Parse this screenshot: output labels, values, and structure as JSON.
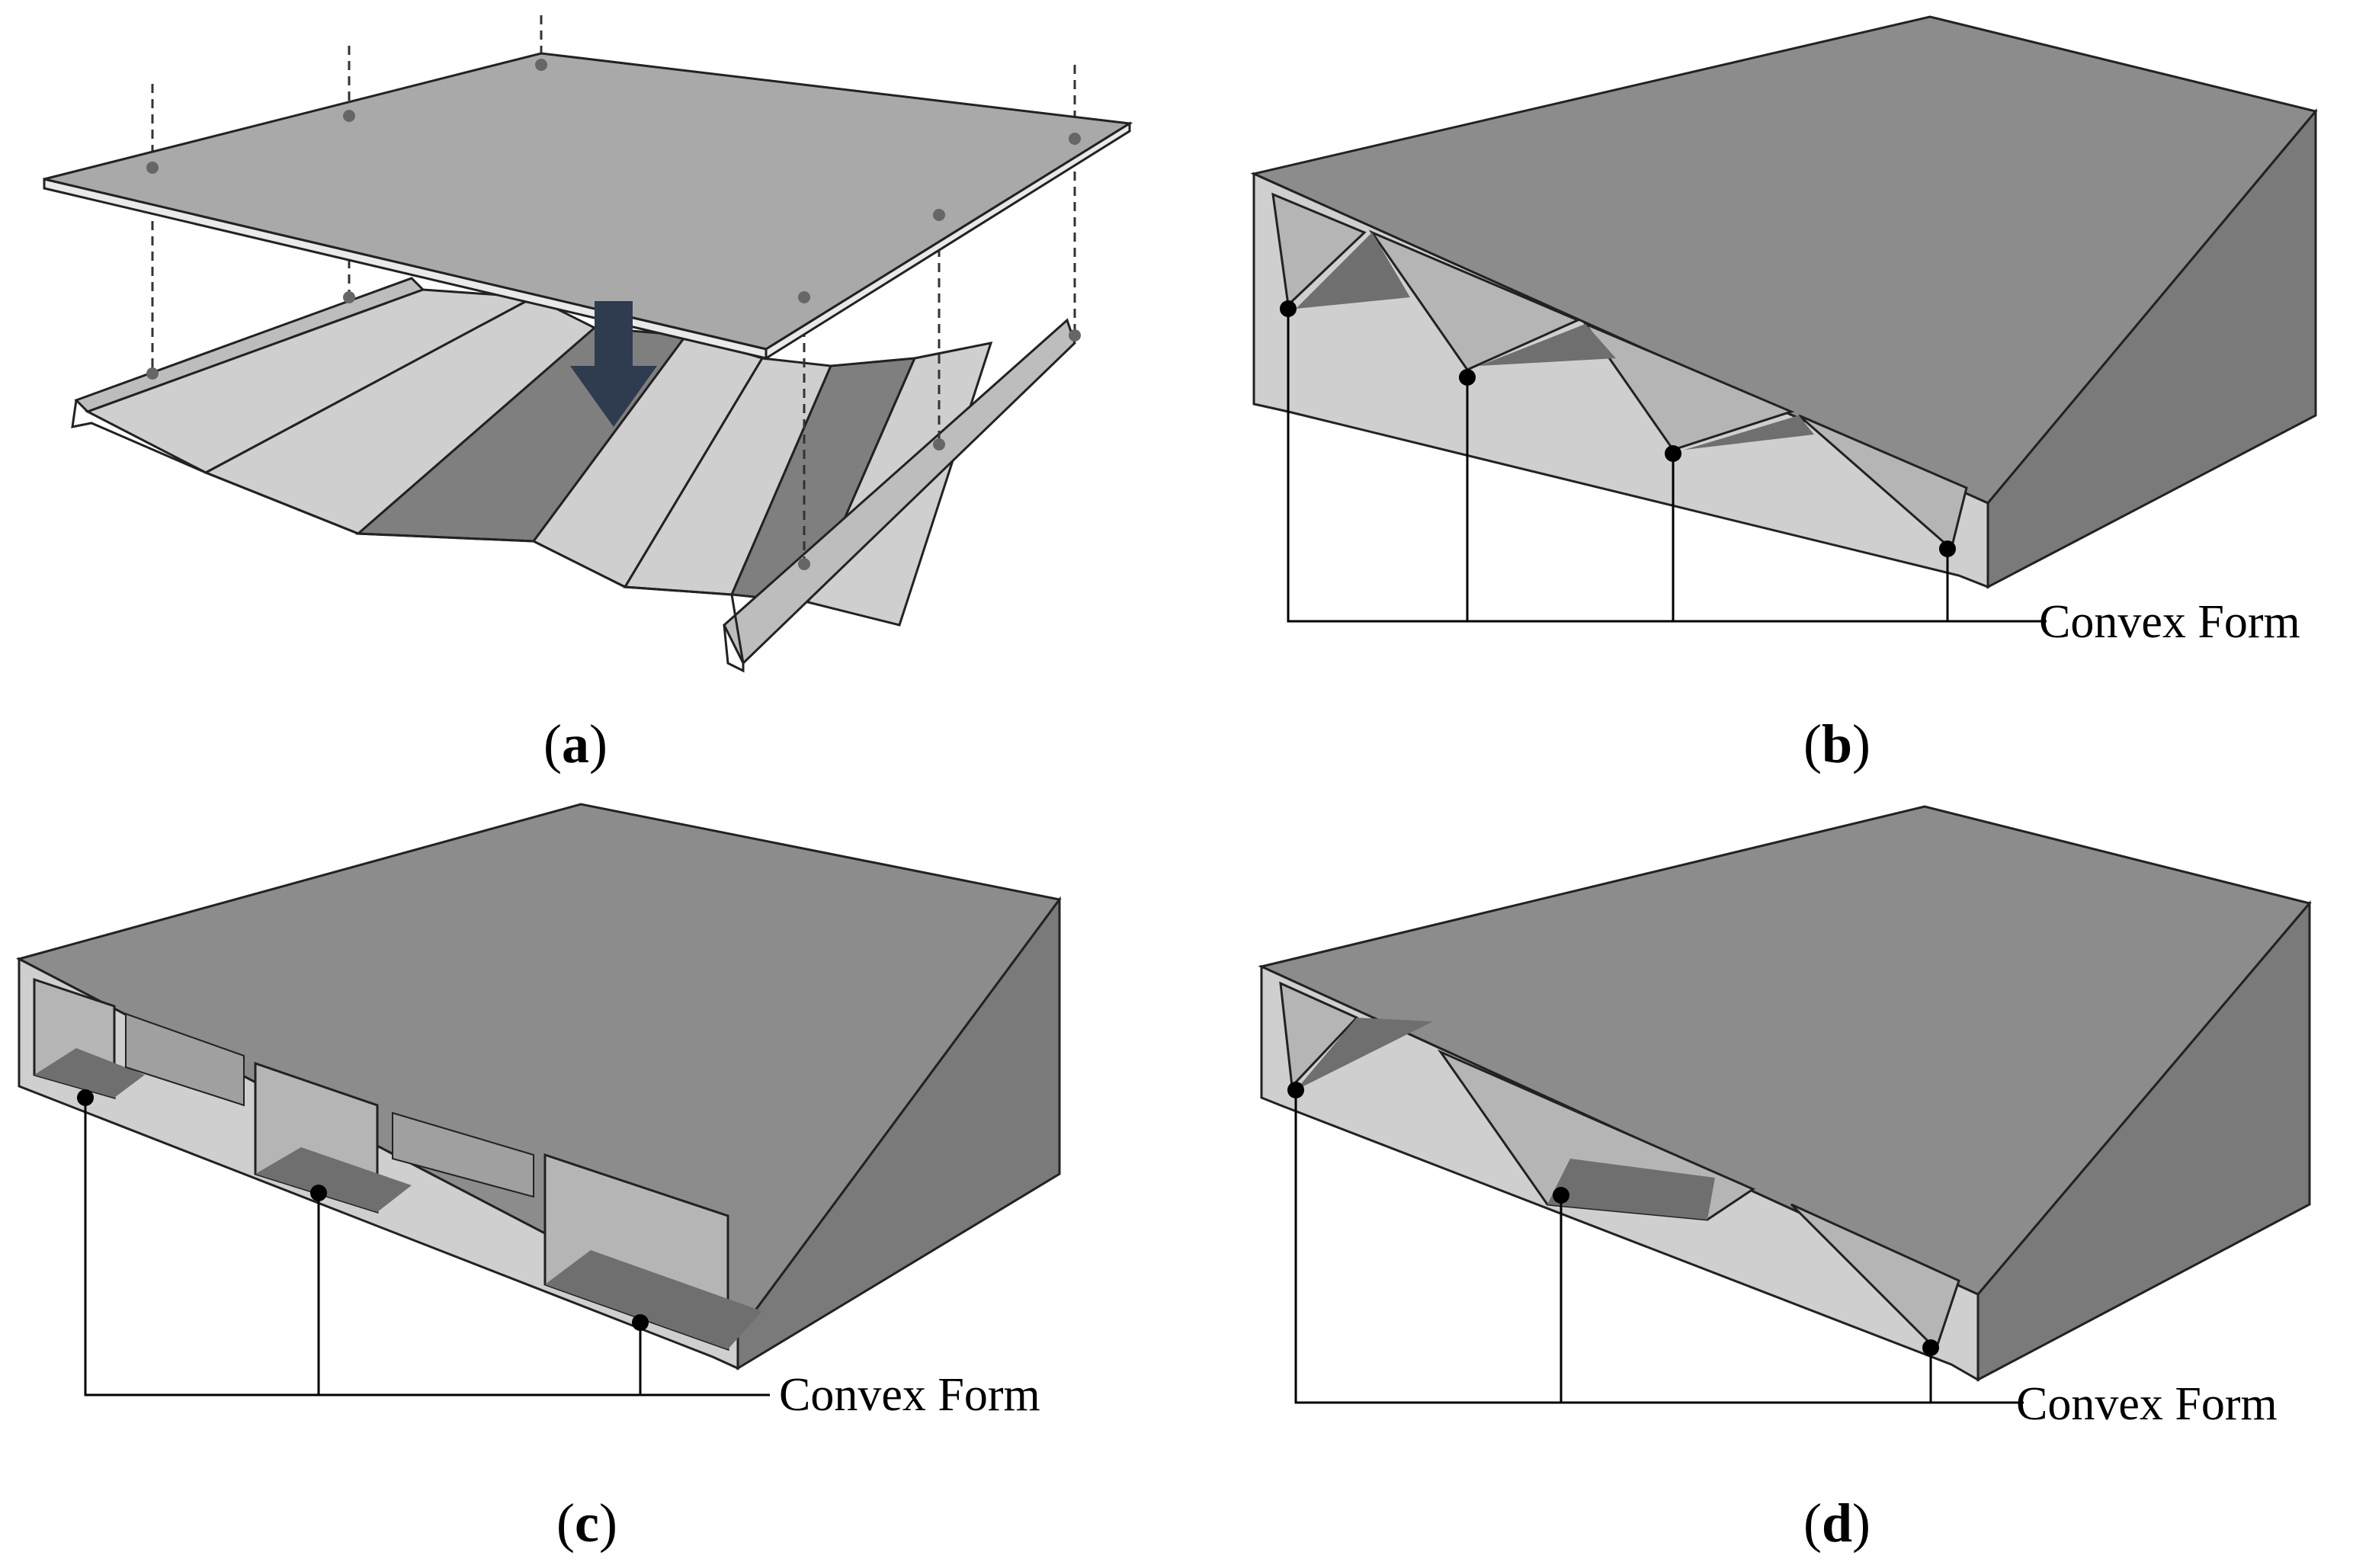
{
  "panels": [
    {
      "id": "a",
      "letter": "a"
    },
    {
      "id": "b",
      "letter": "b"
    },
    {
      "id": "c",
      "letter": "c"
    },
    {
      "id": "d",
      "letter": "d"
    }
  ],
  "callout_label": "Convex Form",
  "colors": {
    "top_face": "#8c8c8c",
    "side_face": "#7a7a7a",
    "front_face": "#cfcfcf",
    "cell_light": "#b5b5b5",
    "cell_dark": "#6f6f6f",
    "sheet": "#a9a9a9",
    "arrow": "#2f3b4f"
  }
}
